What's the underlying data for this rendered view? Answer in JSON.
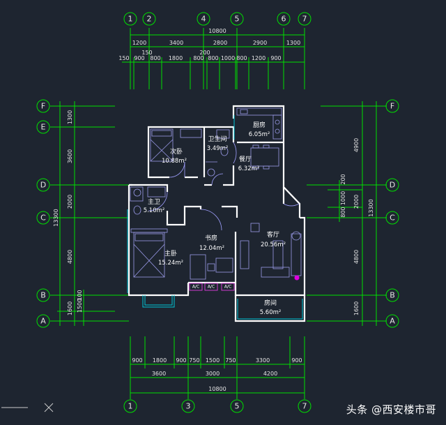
{
  "axes": {
    "top": [
      "1",
      "2",
      "4",
      "5",
      "6",
      "7"
    ],
    "bottom": [
      "1",
      "3",
      "5",
      "7"
    ],
    "left": [
      "F",
      "E",
      "D",
      "C",
      "B",
      "A"
    ],
    "right": [
      "F",
      "D",
      "C",
      "B",
      "A"
    ]
  },
  "top_dims": {
    "total": "10800",
    "row1": [
      "1200",
      "3400",
      "2800",
      "2900",
      "1300"
    ],
    "row2_small": [
      "150",
      "200"
    ],
    "row3": [
      "150",
      "900",
      "800",
      "1800",
      "800",
      "800",
      "1000",
      "800",
      "1200",
      "900"
    ]
  },
  "bottom_dims": {
    "row1": [
      "900",
      "1800",
      "900",
      "750",
      "1500",
      "750",
      "3300",
      "900"
    ],
    "row2": [
      "3600",
      "3000",
      "4200"
    ],
    "total": "10800"
  },
  "left_dims": {
    "outer": [
      "1300",
      "3600",
      "2000",
      "4800",
      "1600"
    ],
    "total": "13300",
    "inner": [
      "1500",
      "100"
    ]
  },
  "right_dims": {
    "outer": [
      "4900",
      "2000",
      "4800",
      "1600"
    ],
    "total": "13300",
    "inner": [
      "200",
      "1000",
      "800"
    ]
  },
  "rooms": [
    {
      "name": "次卧",
      "area": "10.88m²"
    },
    {
      "name": "卫生间",
      "area": "3.49m²"
    },
    {
      "name": "厨房",
      "area": "6.05m²"
    },
    {
      "name": "餐厅",
      "area": "6.32m²"
    },
    {
      "name": "主卫",
      "area": "5.10m²"
    },
    {
      "name": "书房",
      "area": "12.04m²"
    },
    {
      "name": "客厅",
      "area": "20.56m²"
    },
    {
      "name": "主卧",
      "area": "15.24m²"
    },
    {
      "name": "房间",
      "area": "5.60m²"
    }
  ],
  "ac_labels": [
    "A/C",
    "A/C",
    "A/C"
  ],
  "watermark": "头条 @西安楼市哥"
}
